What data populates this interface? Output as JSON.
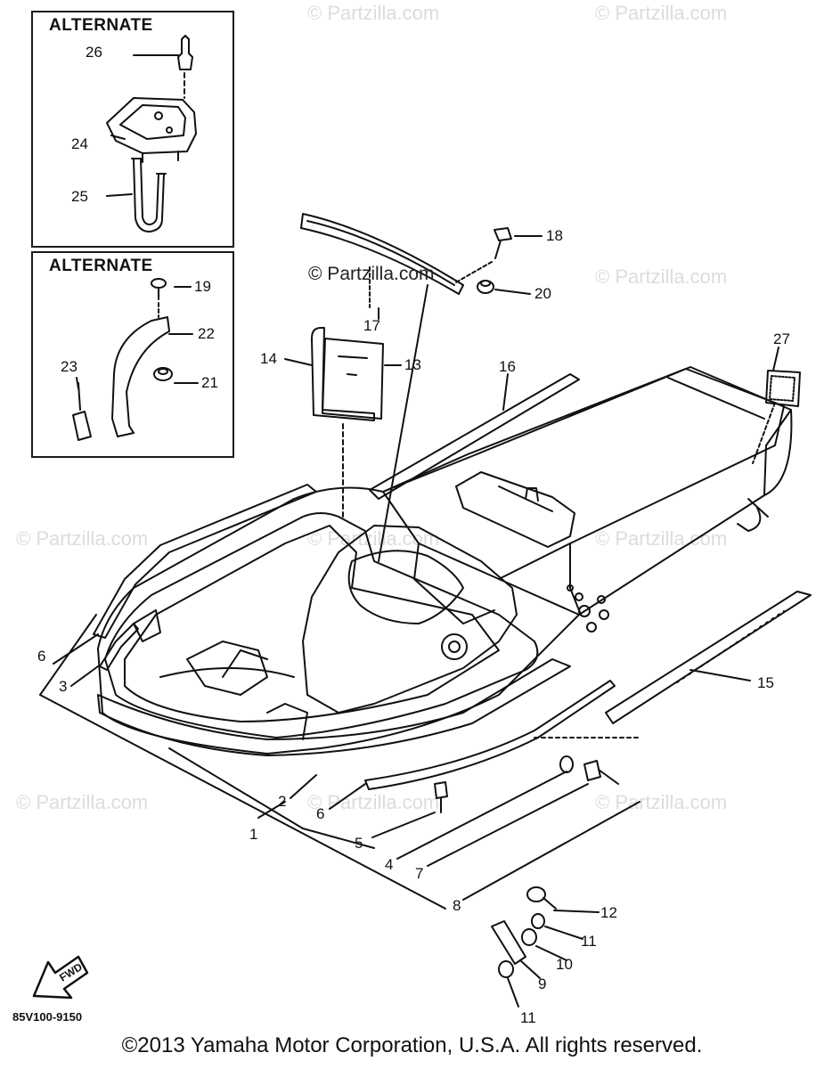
{
  "watermark": {
    "text": "© Partzilla.com",
    "center_text": "© Partzilla.com"
  },
  "alternate_boxes": [
    {
      "title": "ALTERNATE"
    },
    {
      "title": "ALTERNATE"
    }
  ],
  "callouts": {
    "c1": "1",
    "c2": "2",
    "c3": "3",
    "c4": "4",
    "c5": "5",
    "c6a": "6",
    "c6b": "6",
    "c7": "7",
    "c8": "8",
    "c9": "9",
    "c10": "10",
    "c11a": "11",
    "c11b": "11",
    "c12": "12",
    "c13": "13",
    "c14": "14",
    "c15": "15",
    "c16": "16",
    "c17": "17",
    "c18": "18",
    "c19": "19",
    "c20": "20",
    "c21": "21",
    "c22": "22",
    "c23": "23",
    "c24": "24",
    "c25": "25",
    "c26": "26",
    "c27": "27"
  },
  "fwd_arrow": {
    "label": "FWD"
  },
  "diagram_code": "85V100-9150",
  "copyright": "©2013  Yamaha Motor Corporation, U.S.A. All rights reserved.",
  "colors": {
    "ink": "#111111",
    "watermark": "#dcdcdc",
    "paper": "#ffffff"
  }
}
